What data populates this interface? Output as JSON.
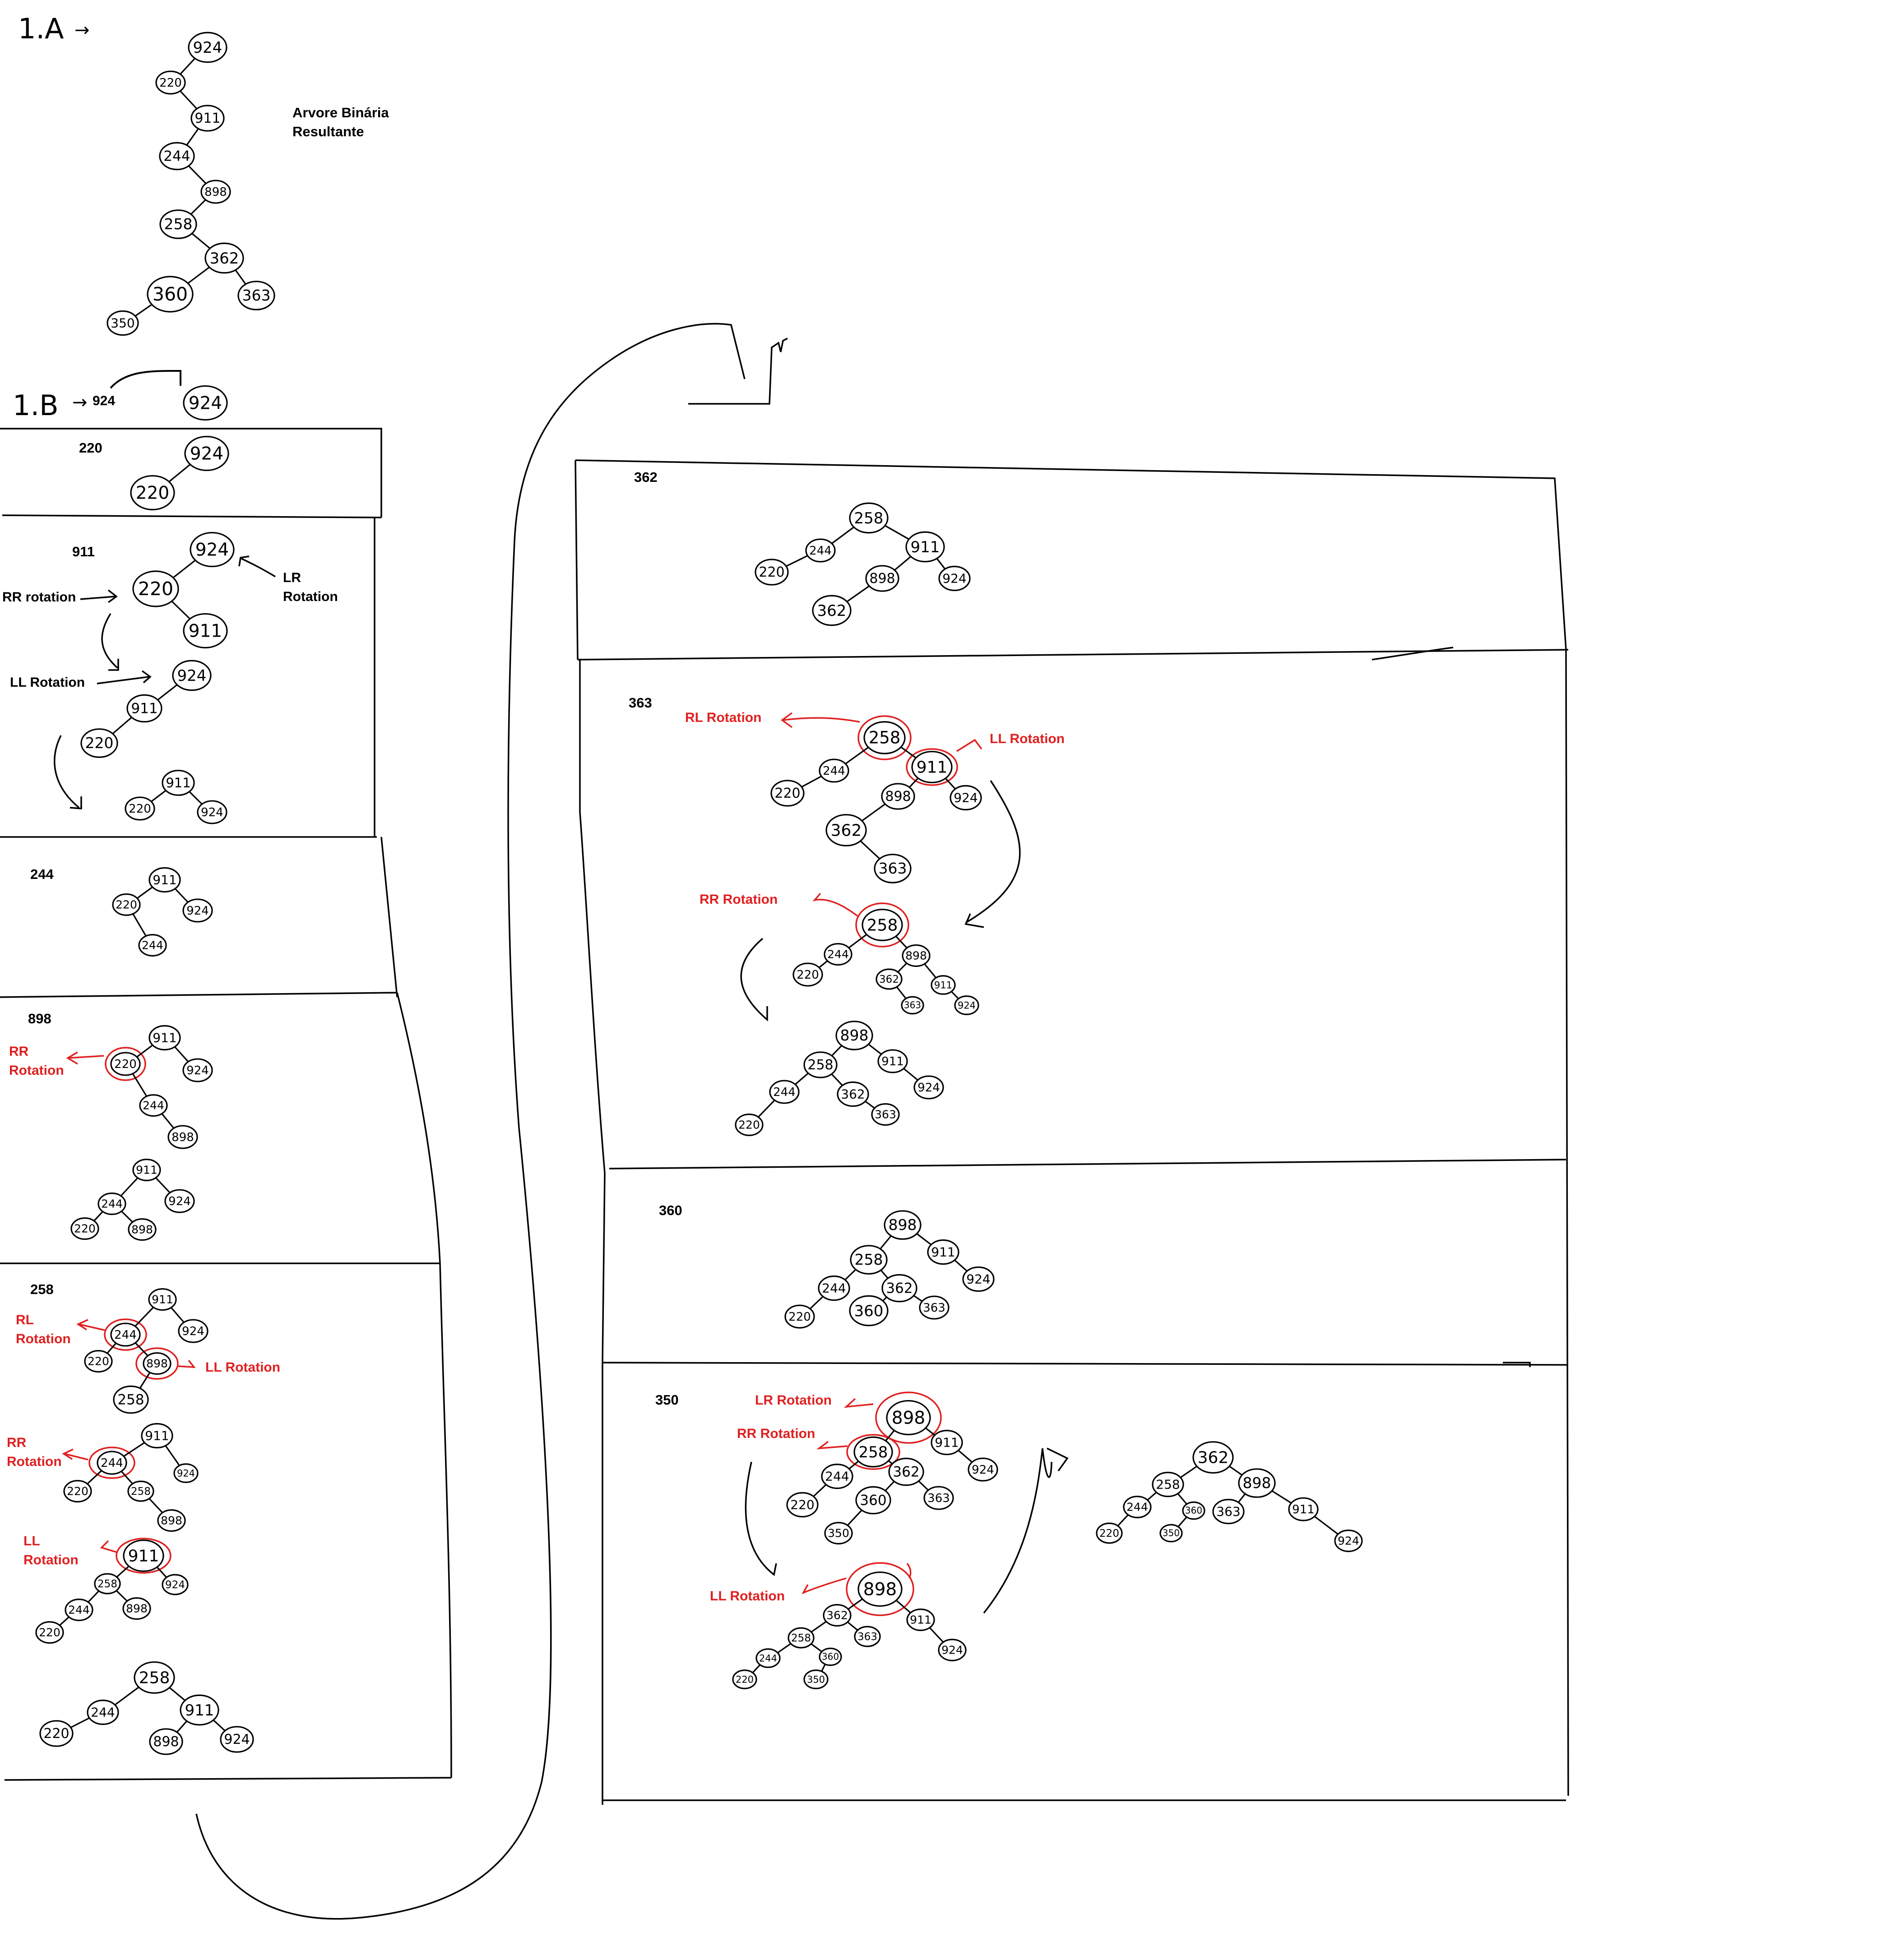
{
  "colors": {
    "ink": "#000000",
    "red": "#e02020",
    "paper": "#ffffff"
  },
  "headers": {
    "part_a": "1.A",
    "part_b": "1.B",
    "arrow": "→",
    "b_first": "924"
  },
  "caption": {
    "line1": "Arvore Binária",
    "line2": "Resultante"
  },
  "steps": {
    "s220": "220",
    "s911": "911",
    "s244": "244",
    "s898": "898",
    "s258": "258",
    "s362": "362",
    "s363": "363",
    "s360": "360",
    "s350": "350"
  },
  "rotations": {
    "rr_rotation_lower": "RR rotation",
    "ll": "LL Rotation",
    "lr": "LR Rotation",
    "rr": "RR Rotation",
    "rl": "RL Rotation",
    "lr_two_line": [
      "LR",
      "Rotation"
    ],
    "rr_two_line": [
      "RR",
      "Rotation"
    ],
    "rl_two_line": [
      "RL",
      "Rotation"
    ],
    "ll_two_line": [
      "LL",
      "Rotation"
    ]
  },
  "trees": [
    {
      "id": "tree-1a",
      "nodes": [
        "924",
        "220",
        "911",
        "244",
        "898",
        "258",
        "362",
        "360",
        "363",
        "350"
      ],
      "edges": [
        [
          0,
          1
        ],
        [
          1,
          2
        ],
        [
          2,
          3
        ],
        [
          3,
          4
        ],
        [
          4,
          5
        ],
        [
          5,
          6
        ],
        [
          6,
          7
        ],
        [
          6,
          8
        ],
        [
          7,
          9
        ]
      ]
    },
    {
      "id": "tree-924",
      "nodes": [
        "924"
      ],
      "edges": []
    },
    {
      "id": "tree-220",
      "nodes": [
        "924",
        "220"
      ],
      "edges": [
        [
          0,
          1
        ]
      ]
    },
    {
      "id": "tree-911-a",
      "nodes": [
        "924",
        "220",
        "911"
      ],
      "edges": [
        [
          0,
          1
        ],
        [
          1,
          2
        ]
      ]
    },
    {
      "id": "tree-911-b",
      "nodes": [
        "924",
        "911",
        "220"
      ],
      "edges": [
        [
          0,
          1
        ],
        [
          1,
          2
        ]
      ]
    },
    {
      "id": "tree-911-c",
      "nodes": [
        "911",
        "220",
        "924"
      ],
      "edges": [
        [
          0,
          1
        ],
        [
          0,
          2
        ]
      ]
    },
    {
      "id": "tree-244",
      "nodes": [
        "911",
        "220",
        "924",
        "244"
      ],
      "edges": [
        [
          0,
          1
        ],
        [
          0,
          2
        ],
        [
          1,
          3
        ]
      ]
    },
    {
      "id": "tree-898-a",
      "nodes": [
        "911",
        "220",
        "924",
        "244",
        "898"
      ],
      "edges": [
        [
          0,
          1
        ],
        [
          0,
          2
        ],
        [
          1,
          3
        ],
        [
          3,
          4
        ]
      ]
    },
    {
      "id": "tree-898-b",
      "nodes": [
        "911",
        "244",
        "924",
        "220",
        "898"
      ],
      "edges": [
        [
          0,
          1
        ],
        [
          0,
          2
        ],
        [
          1,
          3
        ],
        [
          1,
          4
        ]
      ]
    },
    {
      "id": "tree-258-a",
      "nodes": [
        "911",
        "244",
        "924",
        "220",
        "898",
        "258"
      ],
      "edges": [
        [
          0,
          1
        ],
        [
          0,
          2
        ],
        [
          1,
          3
        ],
        [
          1,
          4
        ],
        [
          4,
          5
        ]
      ]
    },
    {
      "id": "tree-258-b",
      "nodes": [
        "911",
        "244",
        "924",
        "220",
        "258",
        "898"
      ],
      "edges": [
        [
          0,
          1
        ],
        [
          0,
          2
        ],
        [
          1,
          3
        ],
        [
          1,
          4
        ],
        [
          4,
          5
        ]
      ]
    },
    {
      "id": "tree-258-c",
      "nodes": [
        "911",
        "258",
        "924",
        "244",
        "898",
        "220"
      ],
      "edges": [
        [
          0,
          1
        ],
        [
          0,
          2
        ],
        [
          1,
          3
        ],
        [
          1,
          4
        ],
        [
          3,
          5
        ]
      ]
    },
    {
      "id": "tree-258-d",
      "nodes": [
        "258",
        "244",
        "911",
        "220",
        "898",
        "924"
      ],
      "edges": [
        [
          0,
          1
        ],
        [
          0,
          2
        ],
        [
          1,
          3
        ],
        [
          2,
          4
        ],
        [
          2,
          5
        ]
      ]
    },
    {
      "id": "tree-362",
      "nodes": [
        "258",
        "244",
        "911",
        "220",
        "898",
        "924",
        "362"
      ],
      "edges": [
        [
          0,
          1
        ],
        [
          0,
          2
        ],
        [
          1,
          3
        ],
        [
          2,
          4
        ],
        [
          2,
          5
        ],
        [
          4,
          6
        ]
      ]
    },
    {
      "id": "tree-363-a",
      "nodes": [
        "258",
        "244",
        "911",
        "220",
        "898",
        "924",
        "362",
        "363"
      ],
      "edges": [
        [
          0,
          1
        ],
        [
          0,
          2
        ],
        [
          1,
          3
        ],
        [
          2,
          4
        ],
        [
          2,
          5
        ],
        [
          4,
          6
        ],
        [
          6,
          7
        ]
      ]
    },
    {
      "id": "tree-363-b",
      "nodes": [
        "258",
        "244",
        "898",
        "220",
        "362",
        "911",
        "363",
        "924"
      ],
      "edges": [
        [
          0,
          1
        ],
        [
          0,
          2
        ],
        [
          1,
          3
        ],
        [
          2,
          4
        ],
        [
          2,
          5
        ],
        [
          4,
          6
        ],
        [
          5,
          7
        ]
      ]
    },
    {
      "id": "tree-363-c",
      "nodes": [
        "898",
        "258",
        "911",
        "244",
        "362",
        "924",
        "220",
        "363"
      ],
      "edges": [
        [
          0,
          1
        ],
        [
          0,
          2
        ],
        [
          1,
          3
        ],
        [
          1,
          4
        ],
        [
          2,
          5
        ],
        [
          3,
          6
        ],
        [
          4,
          7
        ]
      ]
    },
    {
      "id": "tree-360",
      "nodes": [
        "898",
        "258",
        "911",
        "244",
        "362",
        "924",
        "220",
        "360",
        "363"
      ],
      "edges": [
        [
          0,
          1
        ],
        [
          0,
          2
        ],
        [
          1,
          3
        ],
        [
          1,
          4
        ],
        [
          2,
          5
        ],
        [
          3,
          6
        ],
        [
          4,
          7
        ],
        [
          4,
          8
        ]
      ]
    },
    {
      "id": "tree-350-a",
      "nodes": [
        "898",
        "258",
        "911",
        "244",
        "362",
        "924",
        "220",
        "360",
        "363",
        "350"
      ],
      "edges": [
        [
          0,
          1
        ],
        [
          0,
          2
        ],
        [
          1,
          3
        ],
        [
          1,
          4
        ],
        [
          2,
          5
        ],
        [
          3,
          6
        ],
        [
          4,
          7
        ],
        [
          4,
          8
        ],
        [
          7,
          9
        ]
      ]
    },
    {
      "id": "tree-350-b",
      "nodes": [
        "898",
        "362",
        "911",
        "258",
        "363",
        "924",
        "244",
        "360",
        "220",
        "350"
      ],
      "edges": [
        [
          0,
          1
        ],
        [
          0,
          2
        ],
        [
          1,
          3
        ],
        [
          1,
          4
        ],
        [
          2,
          5
        ],
        [
          3,
          6
        ],
        [
          3,
          7
        ],
        [
          6,
          8
        ],
        [
          7,
          9
        ]
      ]
    },
    {
      "id": "tree-350-c",
      "nodes": [
        "362",
        "258",
        "898",
        "244",
        "360",
        "363",
        "911",
        "220",
        "350",
        "924"
      ],
      "edges": [
        [
          0,
          1
        ],
        [
          0,
          2
        ],
        [
          1,
          3
        ],
        [
          1,
          4
        ],
        [
          2,
          5
        ],
        [
          2,
          6
        ],
        [
          3,
          7
        ],
        [
          4,
          8
        ],
        [
          6,
          9
        ]
      ]
    }
  ]
}
